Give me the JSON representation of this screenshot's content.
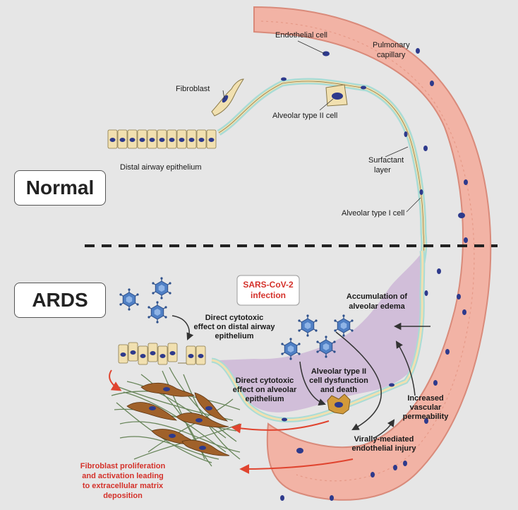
{
  "sections": {
    "normal": "Normal",
    "ards": "ARDS"
  },
  "labels": {
    "endothelial_cell": "Endothelial cell",
    "pulmonary_capillary": [
      "Pulmonary",
      "capillary"
    ],
    "fibroblast": "Fibroblast",
    "alveolar_type_ii_cell": "Alveolar type II cell",
    "distal_airway_epithelium": "Distal airway epithelium",
    "surfactant_layer": [
      "Surfactant",
      "layer"
    ],
    "alveolar_type_i_cell": "Alveolar type I cell"
  },
  "ards_labels": {
    "sars_cov_2": [
      "SARS-CoV-2",
      "infection"
    ],
    "direct_cytotoxic_airway": [
      "Direct cytotoxic",
      "effect on distal airway",
      "epithelium"
    ],
    "accumulation_edema": [
      "Accumulation of",
      "alveolar edema"
    ],
    "direct_cytotoxic_alveolar": [
      "Direct cytotoxic",
      "effect on alveolar",
      "epithelium"
    ],
    "type_ii_dysfunction": [
      "Alveolar type II",
      "cell dysfunction",
      "and death"
    ],
    "increased_permeability": [
      "Increased",
      "vascular",
      "permeability"
    ],
    "endothelial_injury": [
      "Virally-mediated",
      "endothelial injury"
    ],
    "fibroblast_proliferation": [
      "Fibroblast proliferation",
      "and activation leading",
      "to extracellular matrix",
      "deposition"
    ]
  },
  "colors": {
    "background": "#e6e6e6",
    "capillary_fill": "#f2b3a5",
    "capillary_stroke": "#d98a7a",
    "nucleus": "#2e3a8c",
    "epithelium_fill": "#f1e0b0",
    "surfactant": "#a9dcd6",
    "edema": "#cdb6d6",
    "fibroblast": "#a0612a",
    "fibers": "#5a7a4a",
    "virus": "#4f7fc4",
    "red_arrow": "#e0442f",
    "infection_text": "#d4312a"
  }
}
